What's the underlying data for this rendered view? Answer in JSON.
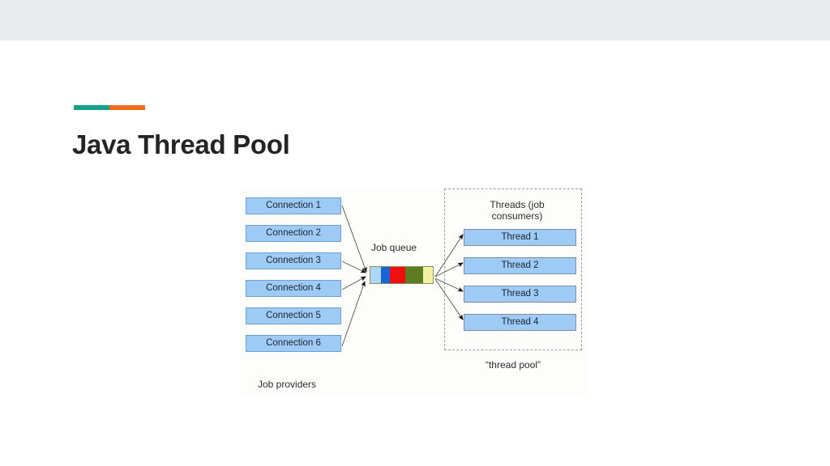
{
  "slide": {
    "title": "Java Thread Pool",
    "accent_teal": "#15a08c",
    "accent_orange": "#ef6c1a",
    "top_band_color": "#e8ecee",
    "background": "#ffffff"
  },
  "diagram": {
    "name": "thread-pool-diagram",
    "background": "#fdfdfc",
    "providers": {
      "caption": "Job providers",
      "boxes": [
        {
          "label": "Connection 1"
        },
        {
          "label": "Connection 2"
        },
        {
          "label": "Connection 3"
        },
        {
          "label": "Connection 4"
        },
        {
          "label": "Connection 5"
        },
        {
          "label": "Connection 6"
        }
      ],
      "box_fill": "#9ecbf5",
      "box_border": "#6f9fd0"
    },
    "queue": {
      "label": "Job queue",
      "segments": [
        {
          "name": "slot-empty",
          "color": "#aed6f7"
        },
        {
          "name": "job-blue",
          "color": "#1565d8"
        },
        {
          "name": "job-red",
          "color": "#f40d0d"
        },
        {
          "name": "job-green",
          "color": "#5d7d22"
        },
        {
          "name": "job-yellow",
          "color": "#f2f2a2"
        }
      ]
    },
    "pool": {
      "title": "Threads (job consumers)",
      "caption": "“thread pool”",
      "border_style": "dashed",
      "border_color": "#9a9a9a",
      "threads": [
        {
          "label": "Thread 1"
        },
        {
          "label": "Thread 2"
        },
        {
          "label": "Thread 3"
        },
        {
          "label": "Thread 4"
        }
      ],
      "box_fill": "#9ecbf5",
      "box_border": "#7d8fa0"
    }
  }
}
